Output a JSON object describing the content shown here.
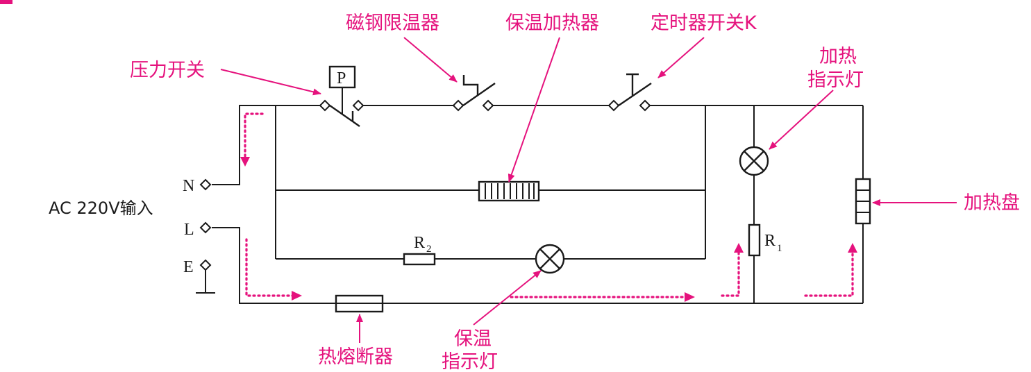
{
  "colors": {
    "accent": "#e5127d",
    "line": "#1a1a1a",
    "background": "#ffffff"
  },
  "labels": {
    "pressure_switch": "压力开关",
    "magnetic_limiter": "磁钢限温器",
    "warming_heater": "保温加热器",
    "timer_switch": "定时器开关K",
    "heating_indicator": [
      "加热",
      "指示灯"
    ],
    "heating_plate": "加热盘",
    "thermal_fuse": "热熔断器",
    "warming_indicator": [
      "保温",
      "指示灯"
    ],
    "input": "AC 220V输入",
    "terminal_n": "N",
    "terminal_l": "L",
    "terminal_e": "E",
    "pressure_symbol": "P",
    "r2_main": "R",
    "r2_sub": "2",
    "r1_main": "R",
    "r1_sub": "1"
  },
  "icons": {
    "pressure_switch": "pressure-switch-symbol",
    "magnetic_limiter": "thermal-limiter-symbol",
    "timer_switch": "push-switch-symbol",
    "lamp": "lamp-cross-circle-symbol",
    "resistor": "resistor-box-symbol",
    "heater": "heater-element-symbol",
    "fuse": "fuse-symbol",
    "ground": "ground-symbol"
  }
}
